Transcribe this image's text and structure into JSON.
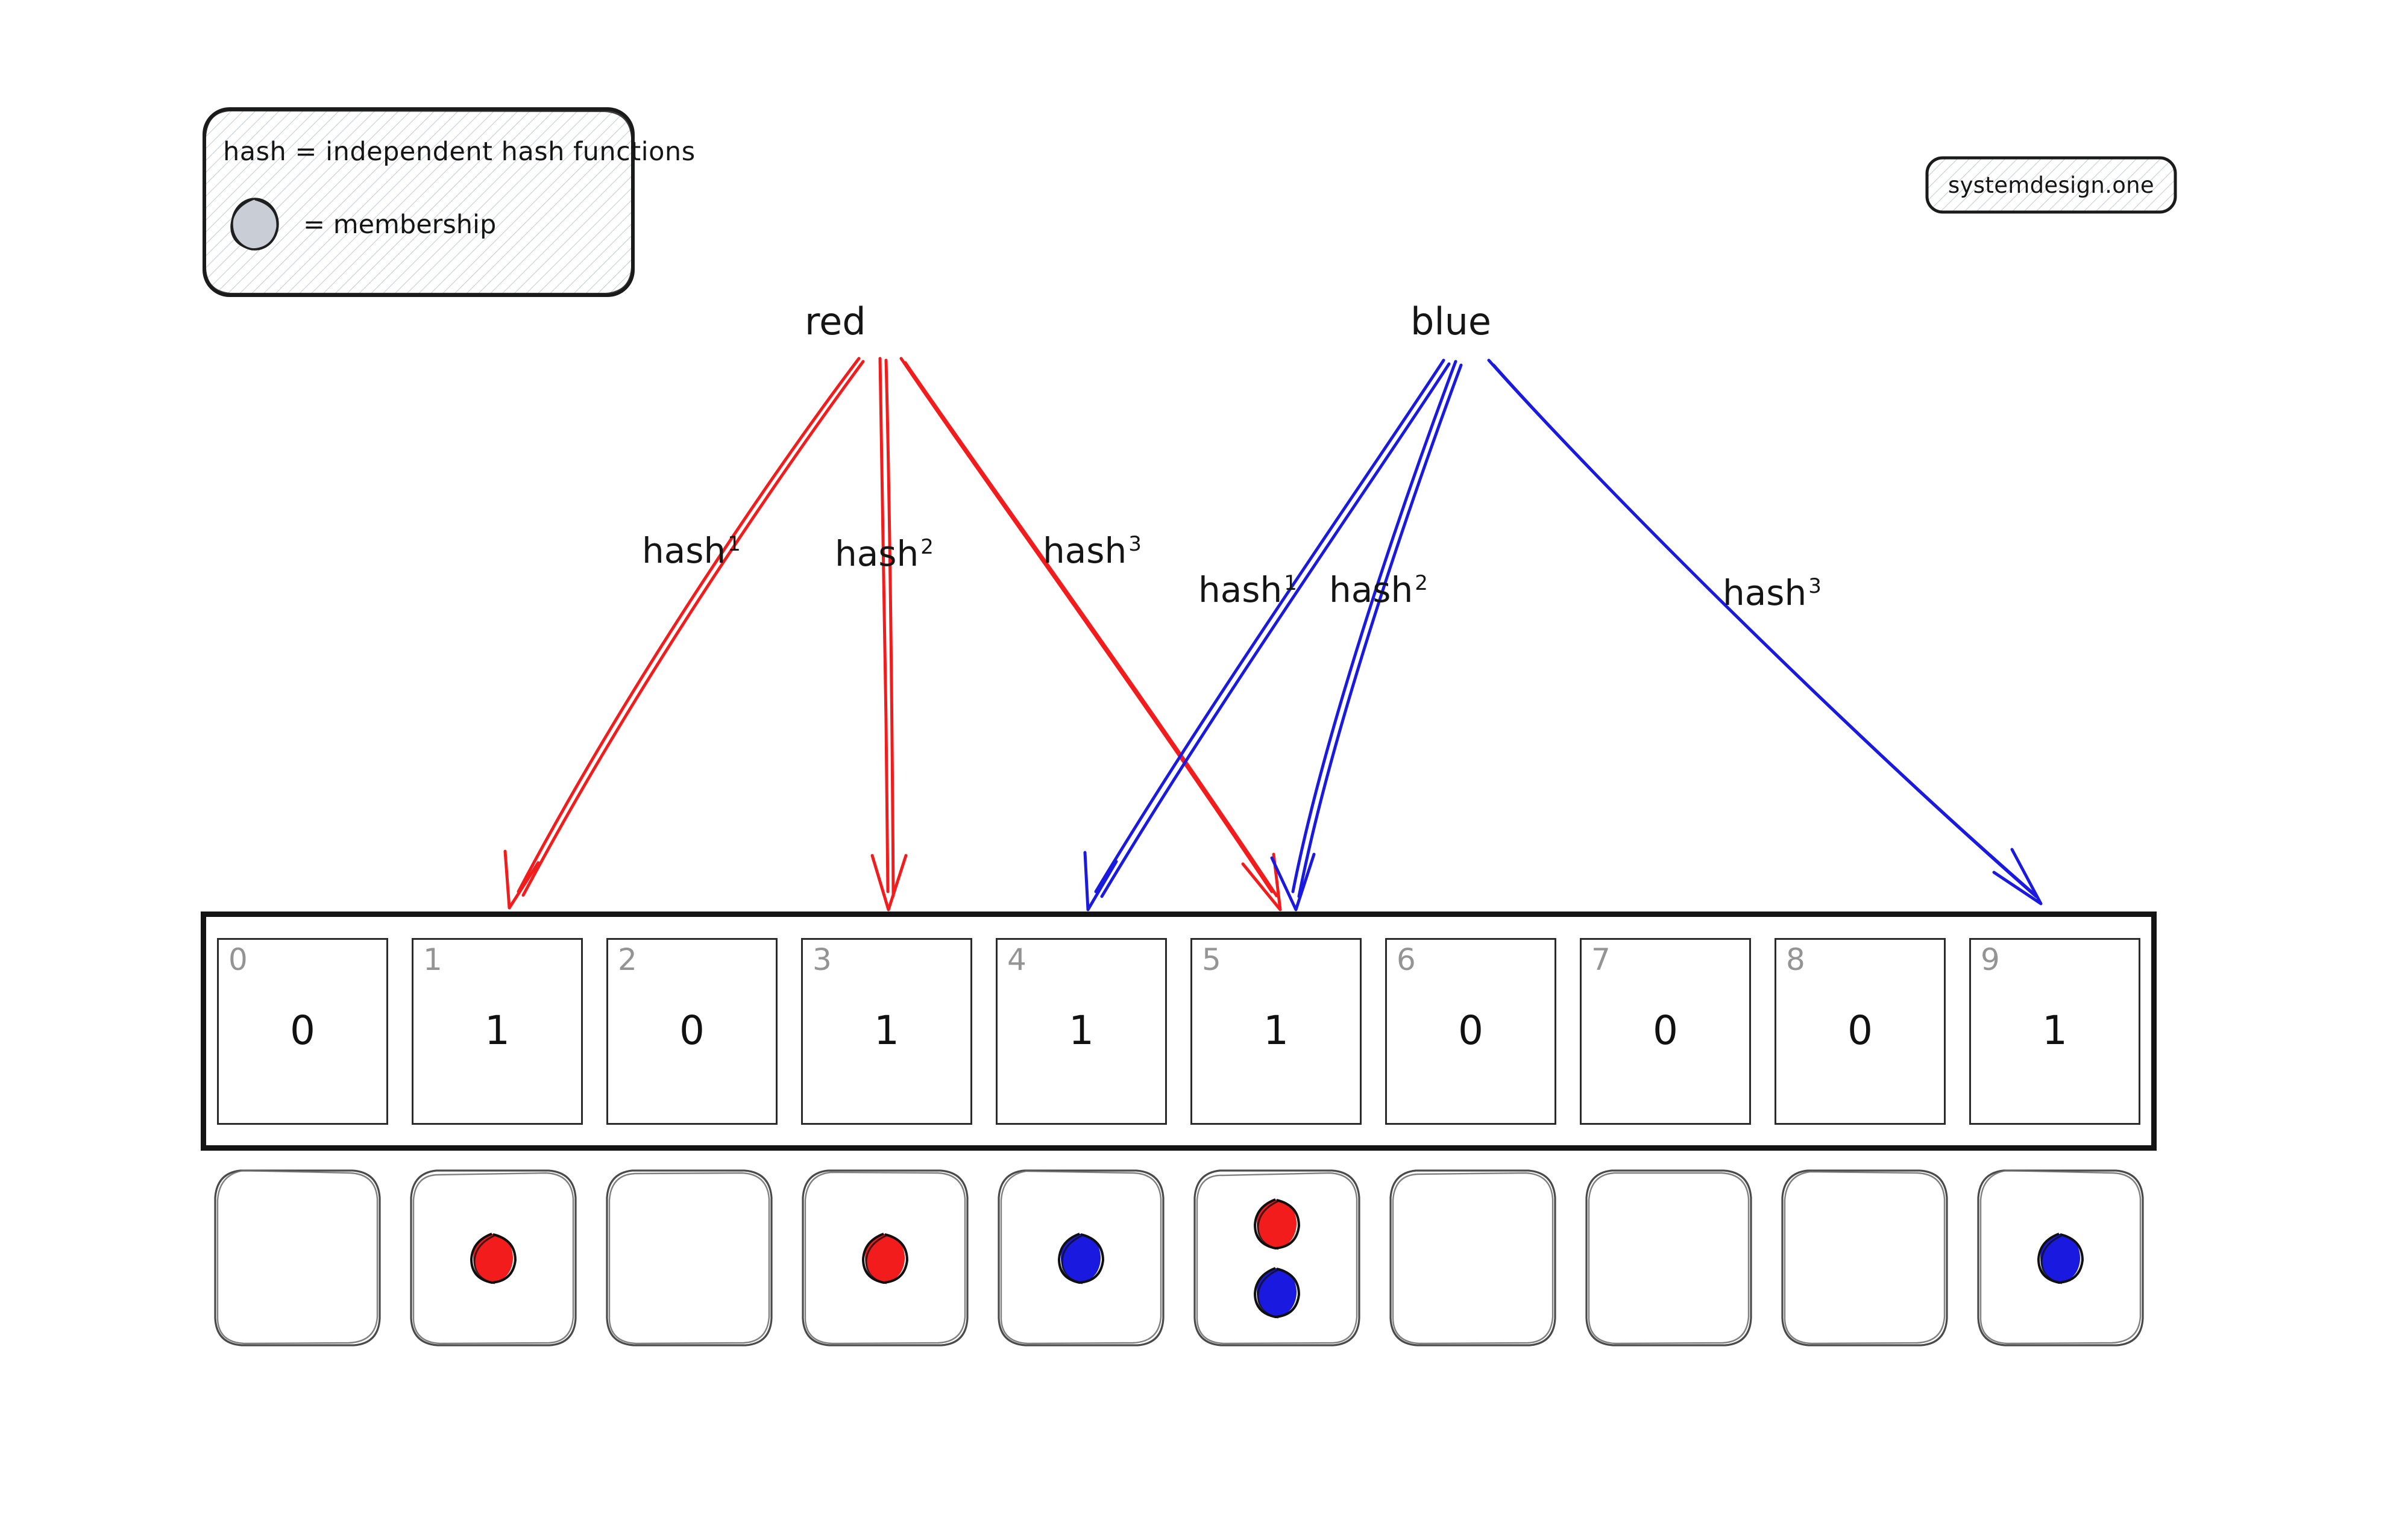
{
  "legend": {
    "line1": "hash = independent hash functions",
    "line2": "= membership",
    "membership_swatch_fill": "#c9ced6",
    "membership_swatch_stroke": "#1f1f1f"
  },
  "watermark": {
    "label": "systemdesign.one"
  },
  "colors": {
    "red": "#f21c1c",
    "blue": "#1a19e0",
    "ink": "#151515",
    "index_gray": "#949494",
    "array_border": "#141414",
    "cell_border": "#2b2b2b"
  },
  "items": [
    {
      "name": "red",
      "label": "red",
      "color": "#f21c1c",
      "hash_functions": [
        {
          "label": "hash",
          "superscript": "1",
          "target_index": 1
        },
        {
          "label": "hash",
          "superscript": "2",
          "target_index": 3
        },
        {
          "label": "hash",
          "superscript": "3",
          "target_index": 5
        }
      ]
    },
    {
      "name": "blue",
      "label": "blue",
      "color": "#1a19e0",
      "hash_functions": [
        {
          "label": "hash",
          "superscript": "1",
          "target_index": 4
        },
        {
          "label": "hash",
          "superscript": "2",
          "target_index": 5
        },
        {
          "label": "hash",
          "superscript": "3",
          "target_index": 9
        }
      ]
    }
  ],
  "bit_array": {
    "indices": [
      "0",
      "1",
      "2",
      "3",
      "4",
      "5",
      "6",
      "7",
      "8",
      "9"
    ],
    "values": [
      "0",
      "1",
      "0",
      "1",
      "1",
      "1",
      "0",
      "0",
      "0",
      "1"
    ]
  },
  "membership_row": {
    "slots": [
      {
        "index": "0",
        "members": []
      },
      {
        "index": "1",
        "members": [
          "red"
        ]
      },
      {
        "index": "2",
        "members": []
      },
      {
        "index": "3",
        "members": [
          "red"
        ]
      },
      {
        "index": "4",
        "members": [
          "blue"
        ]
      },
      {
        "index": "5",
        "members": [
          "red",
          "blue"
        ]
      },
      {
        "index": "6",
        "members": []
      },
      {
        "index": "7",
        "members": []
      },
      {
        "index": "8",
        "members": []
      },
      {
        "index": "9",
        "members": [
          "blue"
        ]
      }
    ]
  },
  "labels": {
    "red_item": "red",
    "blue_item": "blue",
    "red_hash1": "hash",
    "red_hash1_sup": "1",
    "red_hash2": "hash",
    "red_hash2_sup": "2",
    "red_hash3": "hash",
    "red_hash3_sup": "3",
    "blue_hash1": "hash",
    "blue_hash1_sup": "1",
    "blue_hash2": "hash",
    "blue_hash2_sup": "2",
    "blue_hash3": "hash",
    "blue_hash3_sup": "3"
  }
}
